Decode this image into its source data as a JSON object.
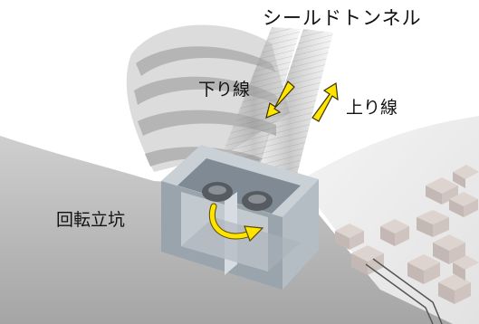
{
  "labels": {
    "title": "シールドトンネル",
    "down_line": "下り線",
    "up_line": "上り線",
    "shaft": "回転立坑"
  },
  "colors": {
    "terrain_light": "#f2f2f2",
    "terrain_mid": "#c9c9c9",
    "terrain_dark": "#9a9a9a",
    "shaft_concrete": "#b8c0c8",
    "arrow_yellow": "#ffe400",
    "house_roof": "#ddd3cf",
    "house_wall": "#c4b8b4"
  }
}
